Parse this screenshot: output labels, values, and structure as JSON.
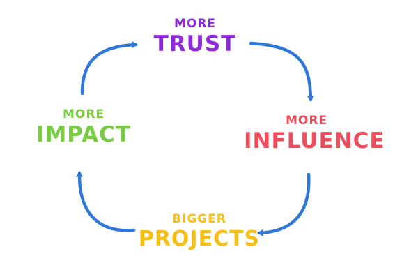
{
  "colors": {
    "arrow": "#2f78d8",
    "trust": "#8d29d8",
    "influence": "#ef4d5b",
    "projects": "#f5bf18",
    "impact": "#78cc42"
  },
  "cycle": [
    {
      "id": "trust",
      "prefix": "MORE",
      "label": "TRUST"
    },
    {
      "id": "influence",
      "prefix": "MORE",
      "label": "INFLUENCE"
    },
    {
      "id": "projects",
      "prefix": "BIGGER",
      "label": "PROJECTS"
    },
    {
      "id": "impact",
      "prefix": "MORE",
      "label": "IMPACT"
    }
  ]
}
